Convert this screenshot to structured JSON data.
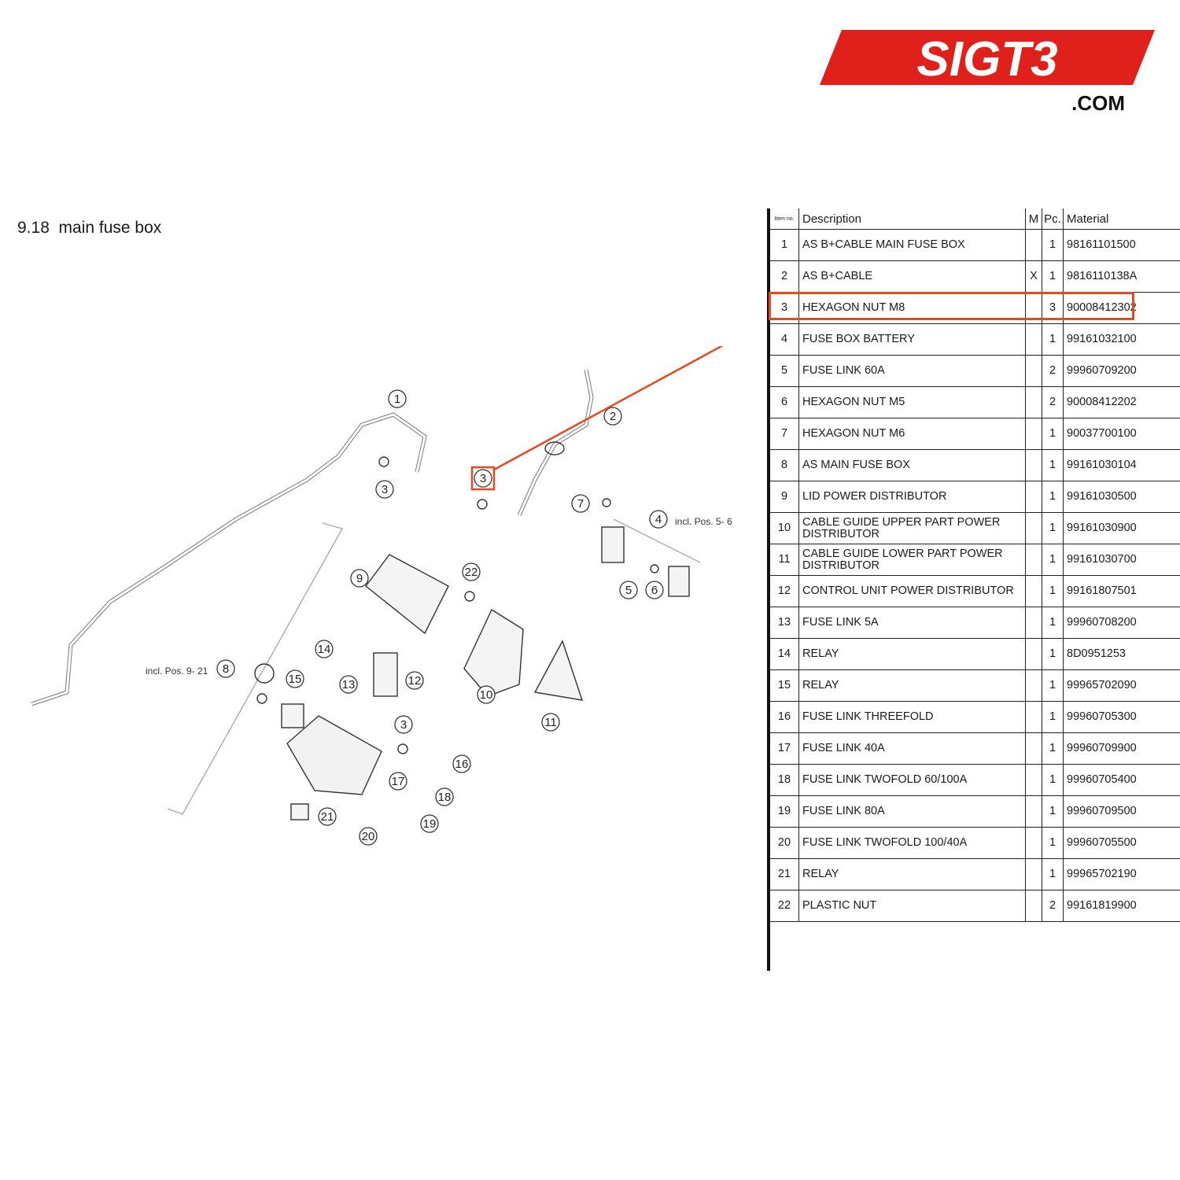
{
  "logo": {
    "brand": "SIGT3",
    "sub": ".COM",
    "color": "#e0201b"
  },
  "section_title": "9.18  main fuse box",
  "table": {
    "headers": {
      "item": "Item no.",
      "description": "Description",
      "m": "M",
      "pc": "Pc.",
      "material": "Material"
    },
    "rows": [
      {
        "item": "1",
        "description": "AS B+CABLE MAIN FUSE BOX",
        "m": "",
        "pc": "1",
        "material": "98161101500"
      },
      {
        "item": "2",
        "description": "AS B+CABLE",
        "m": "X",
        "pc": "1",
        "material": "9816110138A"
      },
      {
        "item": "3",
        "description": "HEXAGON NUT M8",
        "m": "",
        "pc": "3",
        "material": "90008412302"
      },
      {
        "item": "4",
        "description": "FUSE BOX BATTERY",
        "m": "",
        "pc": "1",
        "material": "99161032100"
      },
      {
        "item": "5",
        "description": "FUSE LINK 60A",
        "m": "",
        "pc": "2",
        "material": "99960709200"
      },
      {
        "item": "6",
        "description": "HEXAGON NUT M5",
        "m": "",
        "pc": "2",
        "material": "90008412202"
      },
      {
        "item": "7",
        "description": "HEXAGON NUT M6",
        "m": "",
        "pc": "1",
        "material": "90037700100"
      },
      {
        "item": "8",
        "description": "AS MAIN FUSE BOX",
        "m": "",
        "pc": "1",
        "material": "99161030104"
      },
      {
        "item": "9",
        "description": "LID POWER DISTRIBUTOR",
        "m": "",
        "pc": "1",
        "material": "99161030500"
      },
      {
        "item": "10",
        "description": "CABLE GUIDE UPPER PART POWER DISTRIBUTOR",
        "m": "",
        "pc": "1",
        "material": "99161030900"
      },
      {
        "item": "11",
        "description": "CABLE GUIDE LOWER PART POWER DISTRIBUTOR",
        "m": "",
        "pc": "1",
        "material": "99161030700"
      },
      {
        "item": "12",
        "description": "CONTROL UNIT POWER DISTRIBUTOR",
        "m": "",
        "pc": "1",
        "material": "99161807501"
      },
      {
        "item": "13",
        "description": "FUSE LINK 5A",
        "m": "",
        "pc": "1",
        "material": "99960708200"
      },
      {
        "item": "14",
        "description": "RELAY",
        "m": "",
        "pc": "1",
        "material": "8D0951253"
      },
      {
        "item": "15",
        "description": "RELAY",
        "m": "",
        "pc": "1",
        "material": "99965702090"
      },
      {
        "item": "16",
        "description": "FUSE LINK THREEFOLD",
        "m": "",
        "pc": "1",
        "material": "99960705300"
      },
      {
        "item": "17",
        "description": "FUSE LINK 40A",
        "m": "",
        "pc": "1",
        "material": "99960709900"
      },
      {
        "item": "18",
        "description": "FUSE LINK TWOFOLD 60/100A",
        "m": "",
        "pc": "1",
        "material": "99960705400"
      },
      {
        "item": "19",
        "description": "FUSE LINK 80A",
        "m": "",
        "pc": "1",
        "material": "99960709500"
      },
      {
        "item": "20",
        "description": "FUSE LINK TWOFOLD 100/40A",
        "m": "",
        "pc": "1",
        "material": "99960705500"
      },
      {
        "item": "21",
        "description": "RELAY",
        "m": "",
        "pc": "1",
        "material": "99965702190"
      },
      {
        "item": "22",
        "description": "PLASTIC NUT",
        "m": "",
        "pc": "2",
        "material": "99161819900"
      }
    ],
    "highlighted_item": "3",
    "highlight_color": "#e4491f"
  },
  "diagram": {
    "callouts": [
      "1",
      "2",
      "3",
      "3",
      "3",
      "4",
      "5",
      "6",
      "7",
      "8",
      "9",
      "10",
      "11",
      "12",
      "13",
      "14",
      "15",
      "16",
      "17",
      "18",
      "19",
      "20",
      "21",
      "22"
    ],
    "notes": {
      "group_4": "incl. Pos. 5- 6",
      "group_8": "incl. Pos. 9- 21"
    }
  }
}
